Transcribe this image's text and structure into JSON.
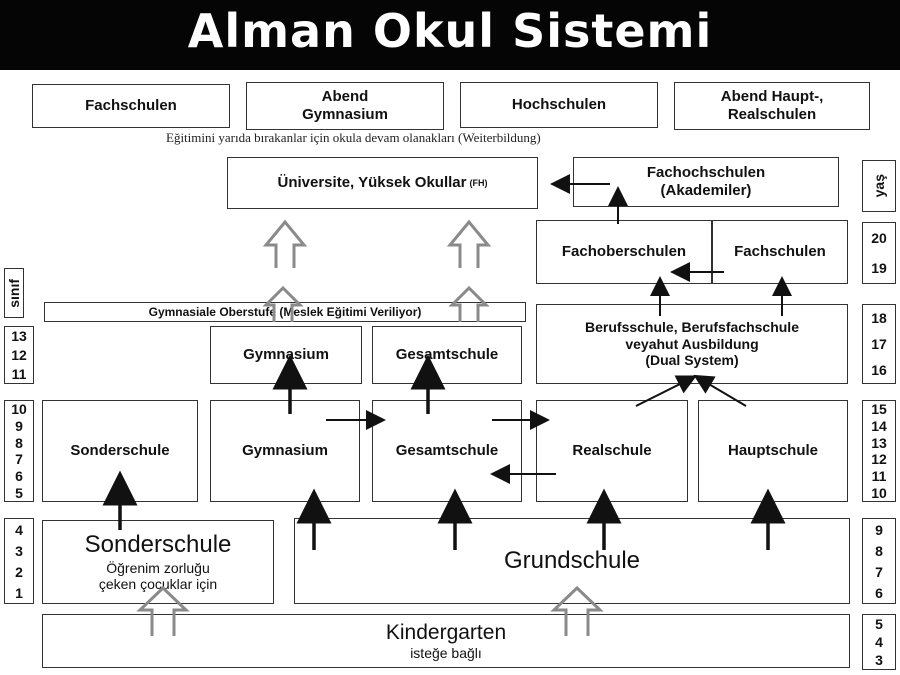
{
  "title": "Alman Okul Sistemi",
  "top_row": {
    "fachschulen": "Fachschulen",
    "abend_gymnasium": "Abend\nGymnasium",
    "hochschulen": "Hochschulen",
    "abend_hauptschulen": "Abend Haupt-,\nRealschulen",
    "caption": "Eğitimini yarıda bırakanlar için okula devam olanakları (Weiterbildung)"
  },
  "universite": {
    "label": "Üniversite, Yüksek Okullar",
    "suffix": "(FH)"
  },
  "fachhochschulen": "Fachochschulen\n(Akademiler)",
  "fachoberschulen": "Fachoberschulen",
  "fachschulen_mid": "Fachschulen",
  "gymnasiale_oberstufe": "Gymnasiale Oberstufe (Meslek Eğitimi Veriliyor)",
  "gymnasium_upper": "Gymnasium",
  "gesamtschule_upper": "Gesamtschule",
  "berufsschule": "Berufsschule, Berufsfachschule\nveyahut Ausbildung\n(Dual System)",
  "sekundar": {
    "sonderschule": "Sonderschule",
    "gymnasium": "Gymnasium",
    "gesamtschule": "Gesamtschule",
    "realschule": "Realschule",
    "hauptschule": "Hauptschule"
  },
  "sonderschule_primary": {
    "title": "Sonderschule",
    "subtitle": "Öğrenim zorluğu\nçeken çocuklar için"
  },
  "grundschule": "Grundschule",
  "kindergarten": {
    "title": "Kindergarten",
    "subtitle": "isteğe bağlı"
  },
  "left_labels": {
    "sinif": "sınıf",
    "upper": [
      "13",
      "12",
      "11"
    ],
    "middle": [
      "10",
      "9",
      "8",
      "7",
      "6",
      "5"
    ],
    "lower": [
      "4",
      "3",
      "2",
      "1"
    ]
  },
  "right_labels": {
    "yas": "yaş",
    "col1": [
      "20",
      "19"
    ],
    "col2": [
      "18",
      "17",
      "16"
    ],
    "col3": [
      "15",
      "14",
      "13",
      "12",
      "11",
      "10"
    ],
    "col4": [
      "9",
      "8",
      "7",
      "6"
    ],
    "col5": [
      "5",
      "4",
      "3"
    ]
  }
}
